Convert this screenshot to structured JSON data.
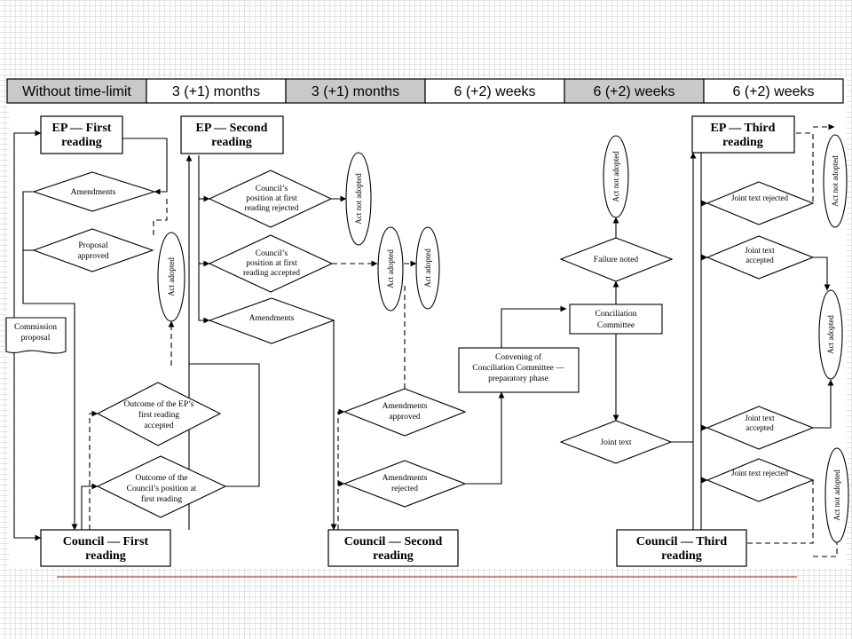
{
  "timeline": [
    {
      "label": "Without time-limit",
      "shaded": true
    },
    {
      "label": "3 (+1) months",
      "shaded": false
    },
    {
      "label": "3 (+1) months",
      "shaded": true
    },
    {
      "label": "6 (+2) weeks",
      "shaded": false
    },
    {
      "label": "6 (+2) weeks",
      "shaded": true
    },
    {
      "label": "6 (+2) weeks",
      "shaded": false
    }
  ],
  "boxes": {
    "ep_first": [
      "EP — First",
      "reading"
    ],
    "ep_second": [
      "EP — Second",
      "reading"
    ],
    "ep_third": [
      "EP — Third",
      "reading"
    ],
    "council_first": [
      "Council — First",
      "reading"
    ],
    "council_second": [
      "Council — Second",
      "reading"
    ],
    "council_third": [
      "Council — Third",
      "reading"
    ],
    "conciliation_committee": [
      "Conciliation",
      "Committee"
    ],
    "convening": [
      "Convening of",
      "Conciliation Committee —",
      "preparatory phase"
    ]
  },
  "commission_proposal": [
    "Commission",
    "proposal"
  ],
  "decisions": {
    "amendments_1": [
      "Amendments"
    ],
    "proposal_approved": [
      "Proposal",
      "approved"
    ],
    "outcome_ep": [
      "Outcome of the EP’s",
      "first reading",
      "accepted"
    ],
    "outcome_council": [
      "Outcome of the",
      "Council’s position at",
      "first reading"
    ],
    "council_rejected": [
      "Council’s",
      "position at first",
      "reading rejected"
    ],
    "council_accepted": [
      "Council’s",
      "position at first",
      "reading accepted"
    ],
    "amendments_2": [
      "Amendments"
    ],
    "amendments_approved": [
      "Amendments",
      "approved"
    ],
    "amendments_rejected": [
      "Amendments",
      "rejected"
    ],
    "failure_noted": [
      "Failure noted"
    ],
    "joint_text": [
      "Joint text"
    ],
    "joint_text_rejected_ep": [
      "Joint text rejected"
    ],
    "joint_text_accepted_ep": [
      "Joint text",
      "accepted"
    ],
    "joint_text_accepted_council": [
      "Joint text",
      "accepted"
    ],
    "joint_text_rejected_council": [
      "Joint text rejected"
    ]
  },
  "outcomes": {
    "act_adopted_1": "Act adopted",
    "act_not_adopted_2": "Act not adopted",
    "act_adopted_2a": "Act adopted",
    "act_adopted_2b": "Act adopted",
    "act_not_adopted_conc": "Act not adopted",
    "act_not_adopted_3a": "Act not adopted",
    "act_adopted_3": "Act adopted",
    "act_not_adopted_3b": "Act not adopted"
  },
  "colors": {
    "header_shaded": "#c9c9c9",
    "footer_line": "#a02020",
    "background_grid": "#e3e3e3"
  }
}
